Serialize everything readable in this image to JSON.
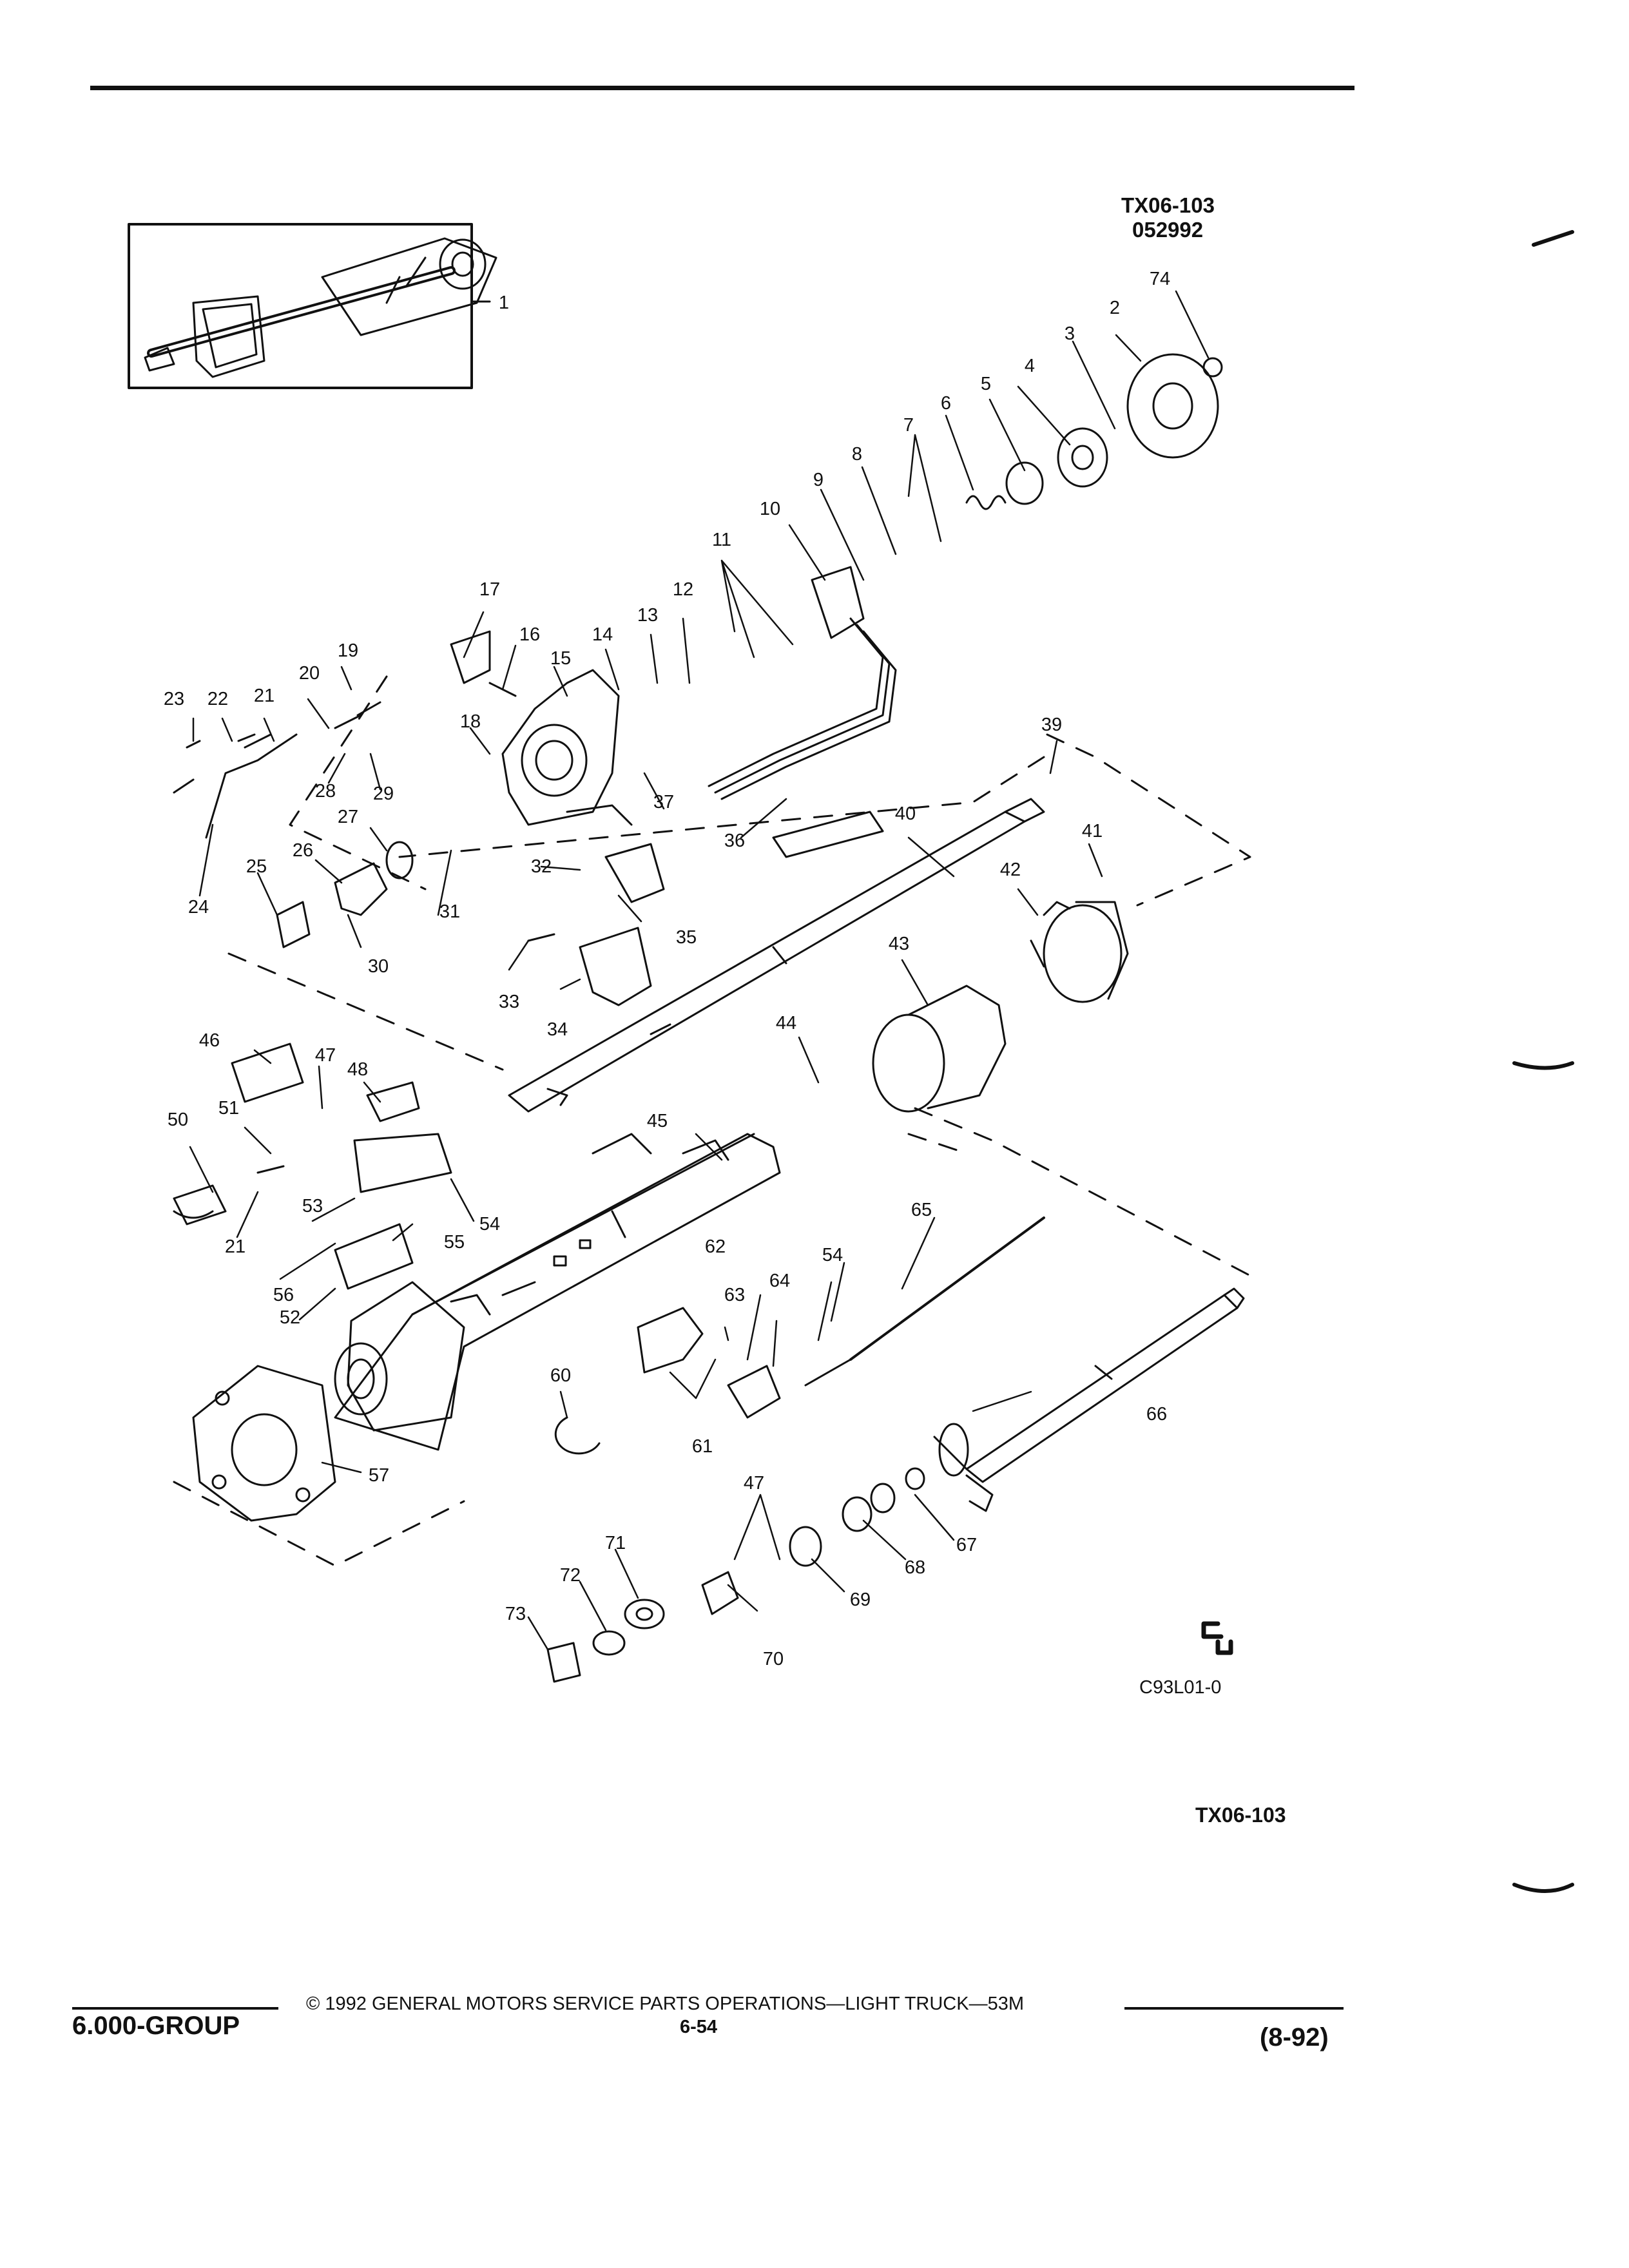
{
  "header": {
    "doc_code": "TX06-103",
    "doc_date_code": "052992"
  },
  "diagram": {
    "figure_code": "C93L01-0",
    "bottom_code": "TX06-103",
    "callouts": [
      "1",
      "74",
      "2",
      "3",
      "4",
      "5",
      "6",
      "7",
      "8",
      "9",
      "10",
      "11",
      "12",
      "13",
      "14",
      "15",
      "16",
      "17",
      "18",
      "19",
      "20",
      "21",
      "22",
      "23",
      "24",
      "25",
      "26",
      "27",
      "28",
      "29",
      "30",
      "31",
      "32",
      "33",
      "34",
      "35",
      "36",
      "37",
      "39",
      "40",
      "41",
      "42",
      "43",
      "44",
      "45",
      "46",
      "47",
      "48",
      "50",
      "51",
      "21",
      "52",
      "53",
      "54",
      "55",
      "56",
      "57",
      "60",
      "61",
      "62",
      "63",
      "64",
      "54",
      "65",
      "66",
      "67",
      "68",
      "69",
      "47",
      "70",
      "71",
      "72",
      "73"
    ]
  },
  "footer": {
    "group": "6.000-GROUP",
    "copyright": "© 1992 GENERAL MOTORS SERVICE PARTS OPERATIONS—LIGHT TRUCK—53M",
    "page_number": "6-54",
    "revision": "(8-92)"
  }
}
